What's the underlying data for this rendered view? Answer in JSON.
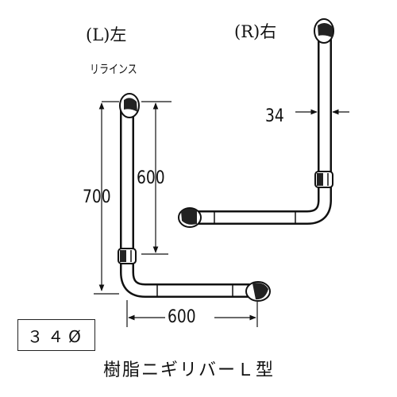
{
  "left_rail": {
    "label": "(L)左",
    "sub_label": "リラインス",
    "height_dim": "700",
    "vertical_dim": "600",
    "horizontal_dim": "600"
  },
  "right_rail": {
    "label": "(R)右",
    "diameter_dim": "34"
  },
  "spec_box": "３４Ø",
  "product_name": "樹脂ニギリバーＬ型"
}
